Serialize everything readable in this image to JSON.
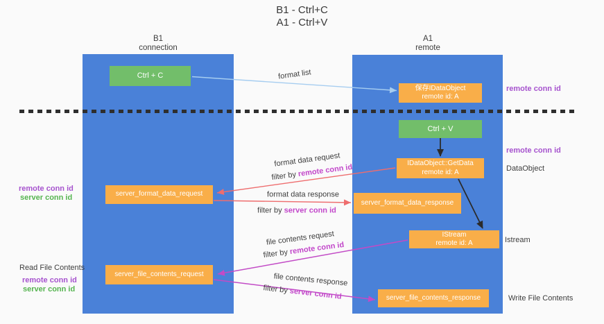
{
  "title": {
    "line1": "B1 - Ctrl+C",
    "line2": "A1 - Ctrl+V"
  },
  "columns": {
    "left": {
      "name": "B1",
      "subtitle": "connection"
    },
    "right": {
      "name": "A1",
      "subtitle": "remote"
    }
  },
  "boxes": {
    "ctrl_c": "Ctrl + C",
    "ctrl_v": "Ctrl + V",
    "saved_dataobject": {
      "line1": "保存IDataObject",
      "line2": "remote id: A"
    },
    "getdata": {
      "line1": "IDataObject::GetData",
      "line2": "remote id: A"
    },
    "istream": {
      "line1": "IStream",
      "line2": "remote id: A"
    },
    "server_format_data_request": "server_format_data_request",
    "server_format_data_response": "server_format_data_response",
    "server_file_contents_request": "server_file_contents_request",
    "server_file_contents_response": "server_file_contents_response"
  },
  "edge_labels": {
    "format_list": "format list",
    "format_data_request": "format data request",
    "format_data_request_filter_prefix": "filter by ",
    "format_data_request_filter_value": "remote conn id",
    "format_data_response": "format data response",
    "format_data_response_filter_prefix": "filter by ",
    "format_data_response_filter_value": "server conn id",
    "file_contents_request": "file contents request",
    "file_contents_request_filter_prefix": "filter by ",
    "file_contents_request_filter_value": "remote conn id",
    "file_contents_response": "file contents response",
    "file_contents_response_filter_prefix": "filter by ",
    "file_contents_response_filter_value": "server conn id"
  },
  "side_labels": {
    "right_remote_conn_top": "remote conn id",
    "right_remote_conn_mid": "remote conn id",
    "dataobject": "DataObject",
    "istream": "Istream",
    "write_file_contents": "Write File Contents",
    "left_remote_conn_top": "remote conn id",
    "left_server_conn_top": "server conn id",
    "read_file_contents": "Read File Contents",
    "left_remote_conn_bottom": "remote conn id",
    "left_server_conn_bottom": "server conn id"
  },
  "colors": {
    "background": "#fafafa",
    "column_blue": "#4a81d8",
    "box_green": "#72be6a",
    "box_orange": "#f9ae49",
    "label_purple": "#a653ce",
    "label_green": "#56b450",
    "filter_value_magenta": "#c247ca",
    "arrow_light_blue": "#a6cdf0",
    "arrow_salmon": "#ee6d6e",
    "arrow_magenta": "#c24bc6",
    "arrow_black": "#2b2b2b",
    "divider_black": "#2e2e2e"
  }
}
